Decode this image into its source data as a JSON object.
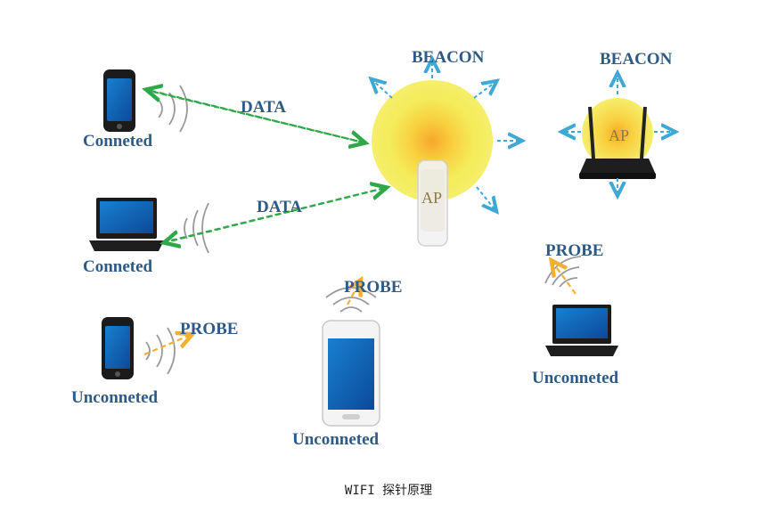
{
  "labels": {
    "beacon_main": "BEACON",
    "beacon_router": "BEACON",
    "data_top": "DATA",
    "data_bottom": "DATA",
    "conneted_phone": "Conneted",
    "conneted_laptop": "Conneted",
    "unconneted_phone_left": "Unconneted",
    "unconneted_smartphone": "Unconneted",
    "unconneted_laptop_right": "Unconneted",
    "probe_left": "PROBE",
    "probe_center": "PROBE",
    "probe_right": "PROBE",
    "ap_main": "AP",
    "ap_router": "AP"
  },
  "caption": "WIFI 探针原理",
  "colors": {
    "label": "#2e5a87",
    "data_arrow": "#2fa84a",
    "beacon_arrow": "#3fa9d6",
    "probe_arrow": "#f0b030",
    "glow": "#f2ee5a",
    "signal_wave": "#9a9a9a"
  },
  "icons": {
    "phone": "smartphone-icon",
    "laptop": "laptop-icon",
    "access_point": "access-point-icon",
    "router": "router-icon"
  }
}
